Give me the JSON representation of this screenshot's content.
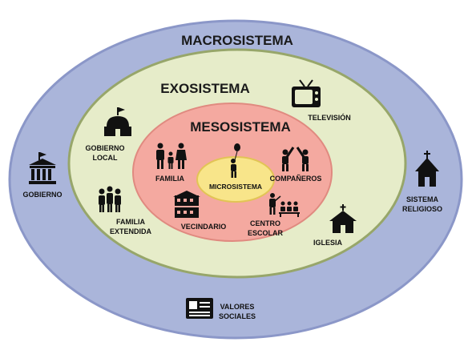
{
  "rings": {
    "macro": {
      "title": "MACROSISTEMA",
      "color": "#aab5da",
      "border": "#8b97c8"
    },
    "exo": {
      "title": "EXOSISTEMA",
      "color": "#e6ecc9",
      "border": "#97a66a"
    },
    "meso": {
      "title": "MESOSISTEMA",
      "color": "#f4a9a0",
      "border": "#e08a80"
    },
    "micro": {
      "title": "MICROSISTEMA",
      "color": "#f8e58a",
      "border": "#e2c455"
    }
  },
  "macro_items": {
    "gobierno": {
      "line1": "GOBIERNO",
      "icon": "government-building-icon"
    },
    "sistema_religioso": {
      "line1": "SISTEMA",
      "line2": "RELIGIOSO",
      "icon": "church-icon"
    },
    "valores_sociales": {
      "line1": "VALORES",
      "line2": "SOCIALES",
      "icon": "newspaper-icon"
    }
  },
  "exo_items": {
    "gobierno_local": {
      "line1": "GOBIERNO",
      "line2": "LOCAL",
      "icon": "town-hall-icon"
    },
    "television": {
      "line1": "TELEVISIÓN",
      "icon": "television-icon"
    },
    "familia_extendida": {
      "line1": "FAMILIA",
      "line2": "EXTENDIDA",
      "icon": "group-of-people-icon"
    },
    "iglesia": {
      "line1": "IGLESIA",
      "icon": "chapel-icon"
    }
  },
  "meso_items": {
    "familia": {
      "line1": "FAMILIA",
      "icon": "family-icon"
    },
    "companeros": {
      "line1": "COMPAÑEROS",
      "icon": "high-five-icon"
    },
    "vecindario": {
      "line1": "VECINDARIO",
      "icon": "houses-icon"
    },
    "centro_escolar": {
      "line1": "CENTRO",
      "line2": "ESCOLAR",
      "icon": "classroom-icon"
    }
  },
  "micro_items": {
    "child": {
      "icon": "child-with-balloon-icon"
    }
  }
}
